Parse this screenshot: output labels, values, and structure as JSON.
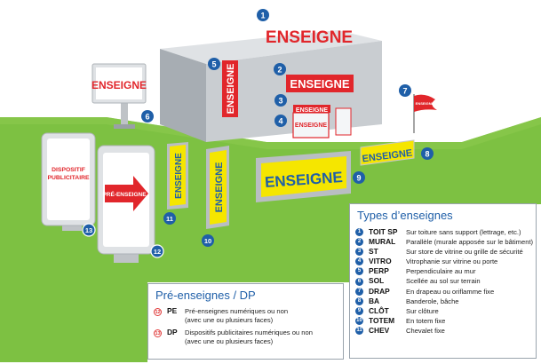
{
  "scene": {
    "sign_text": "ENSEIGNE",
    "dispositif_text": "DISPOSITIF PUBLICITAIRE",
    "pre_enseigne_text": "PRÉ-ENSEIGNE",
    "colors": {
      "grass": "#7dc142",
      "building_front": "#c9cdd1",
      "building_side": "#a7adb3",
      "sign_red": "#e1262b",
      "sign_yellow": "#f5e600",
      "sign_blue_text": "#1f5fa8",
      "badge_blue": "#1f5fa8",
      "badge_red": "#e03a3a"
    }
  },
  "markers": {
    "m1": "1",
    "m2": "2",
    "m3": "3",
    "m4": "4",
    "m5": "5",
    "m6": "6",
    "m7": "7",
    "m8": "8",
    "m9": "9",
    "m10": "10",
    "m11": "11",
    "m12": "12",
    "m13": "13"
  },
  "legend_types": {
    "title": "Types d’enseignes",
    "items": [
      {
        "num": "1",
        "code": "TOIT SP",
        "desc": "Sur toiture sans support (lettrage, etc.)"
      },
      {
        "num": "2",
        "code": "MURAL",
        "desc": "Parallèle (murale apposée sur le bâtiment)"
      },
      {
        "num": "3",
        "code": "ST",
        "desc": "Sur store de vitrine ou grille de sécurité"
      },
      {
        "num": "4",
        "code": "VITRO",
        "desc": "Vitrophanie sur vitrine ou porte"
      },
      {
        "num": "5",
        "code": "PERP",
        "desc": "Perpendiculaire au mur"
      },
      {
        "num": "6",
        "code": "SOL",
        "desc": "Scellée au sol sur terrain"
      },
      {
        "num": "7",
        "code": "DRAP",
        "desc": "En drapeau ou oriflamme fixe"
      },
      {
        "num": "8",
        "code": "BA",
        "desc": "Banderole, bâche"
      },
      {
        "num": "9",
        "code": "CLÔT",
        "desc": "Sur clôture"
      },
      {
        "num": "10",
        "code": "TOTEM",
        "desc": "En totem fixe"
      },
      {
        "num": "11",
        "code": "CHEV",
        "desc": "Chevalet fixe"
      }
    ]
  },
  "legend_pre": {
    "title": "Pré-enseignes / DP",
    "items": [
      {
        "num": "12",
        "code": "PE",
        "desc": "Pré-enseignes numériques ou non\n(avec une ou plusieurs faces)"
      },
      {
        "num": "13",
        "code": "DP",
        "desc": "Dispositifs publicitaires numériques ou non\n(avec une ou plusieurs faces)"
      }
    ]
  }
}
